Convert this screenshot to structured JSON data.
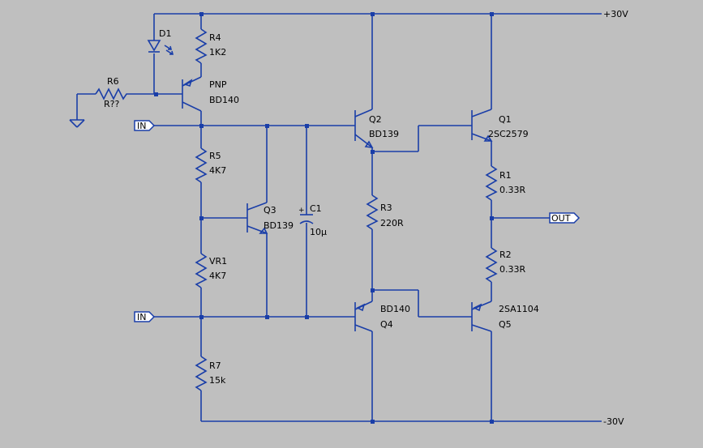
{
  "rails": {
    "positive": "+30V",
    "negative": "-30V"
  },
  "ports": {
    "in_upper": "IN",
    "in_lower": "IN",
    "out": "OUT"
  },
  "components": {
    "D1": {
      "ref": "D1"
    },
    "R4": {
      "ref": "R4",
      "value": "1K2"
    },
    "R6": {
      "ref": "R6",
      "value": "R??"
    },
    "PNP": {
      "ref": "PNP",
      "value": "BD140"
    },
    "R5": {
      "ref": "R5",
      "value": "4K7"
    },
    "VR1": {
      "ref": "VR1",
      "value": "4K7"
    },
    "R7": {
      "ref": "R7",
      "value": "15k"
    },
    "Q3": {
      "ref": "Q3",
      "value": "BD139"
    },
    "C1": {
      "ref": "C1",
      "value": "10µ"
    },
    "Q2": {
      "ref": "Q2",
      "value": "BD139"
    },
    "R3": {
      "ref": "R3",
      "value": "220R"
    },
    "Q4": {
      "ref": "Q4",
      "value": "BD140"
    },
    "Q1": {
      "ref": "Q1",
      "value": "2SC2579"
    },
    "R1": {
      "ref": "R1",
      "value": "0.33R"
    },
    "R2": {
      "ref": "R2",
      "value": "0.33R"
    },
    "Q5": {
      "ref": "Q5",
      "value": "2SA1104"
    }
  },
  "colors": {
    "background": "#bfbfbf",
    "wire": "#1a3ea8",
    "text": "#000000"
  }
}
